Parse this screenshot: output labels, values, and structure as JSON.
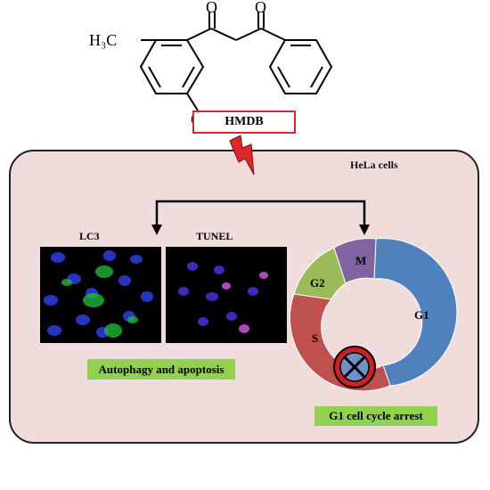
{
  "chemical": {
    "methyl_label": "H₃C",
    "hydroxyl_label": "OH",
    "oxygen_label_1": "O",
    "oxygen_label_2": "O",
    "compound_name": "HMDB"
  },
  "cell_context": {
    "label": "HeLa cells"
  },
  "imaging": {
    "lc3_label": "LC3",
    "tunel_label": "TUNEL",
    "outcome_label": "Autophagy and apoptosis"
  },
  "cell_cycle": {
    "phases": [
      {
        "name": "G1",
        "color": "#4f81bd"
      },
      {
        "name": "S",
        "color": "#c0504d"
      },
      {
        "name": "G2",
        "color": "#9bbb59"
      },
      {
        "name": "M",
        "color": "#8064a2"
      }
    ],
    "outcome_label": "G1 cell cycle arrest",
    "block_icon": "prohibition-icon"
  },
  "colors": {
    "panel_background": "#f1dcdc",
    "compound_border": "#d42a2a",
    "outcome_background": "#92d050",
    "lightning": "#e0262b"
  }
}
